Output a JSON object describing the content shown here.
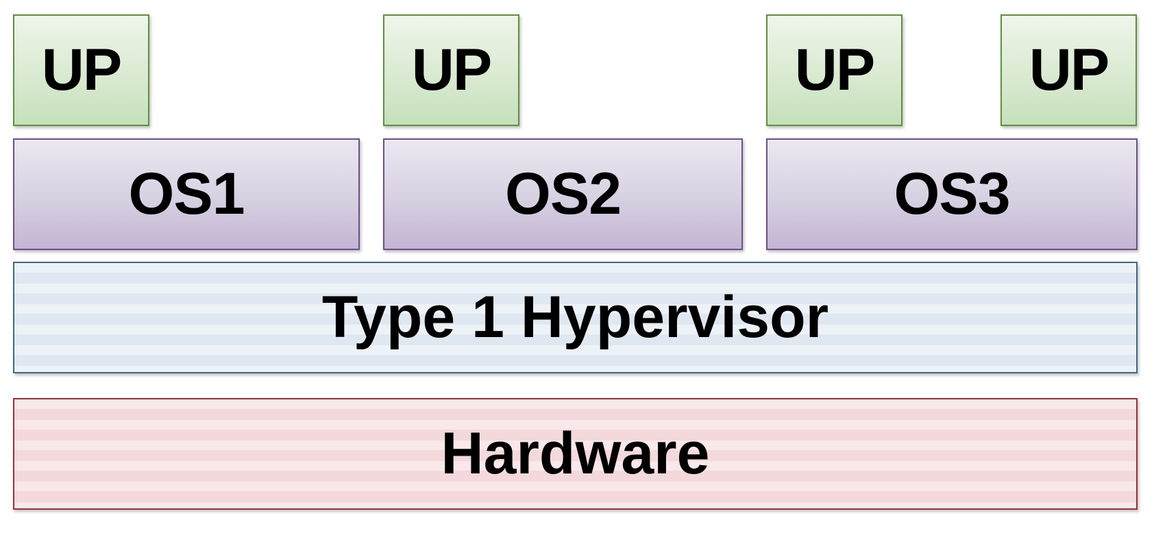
{
  "diagram": {
    "applications": [
      {
        "label": "UP"
      },
      {
        "label": "UP"
      },
      {
        "label": "UP"
      },
      {
        "label": "UP"
      }
    ],
    "operating_systems": [
      {
        "label": "OS1"
      },
      {
        "label": "OS2"
      },
      {
        "label": "OS3"
      }
    ],
    "hypervisor": {
      "label": "Type 1 Hypervisor"
    },
    "hardware": {
      "label": "Hardware"
    }
  },
  "colors": {
    "application_fill": "#d7e8cf",
    "application_border": "#5e8f3e",
    "os_fill": "#d7d0e1",
    "os_border": "#6b4f86",
    "hypervisor_fill": "#dfe8f1",
    "hypervisor_border": "#3f6884",
    "hardware_fill": "#f3d9db",
    "hardware_border": "#9e2f35"
  }
}
